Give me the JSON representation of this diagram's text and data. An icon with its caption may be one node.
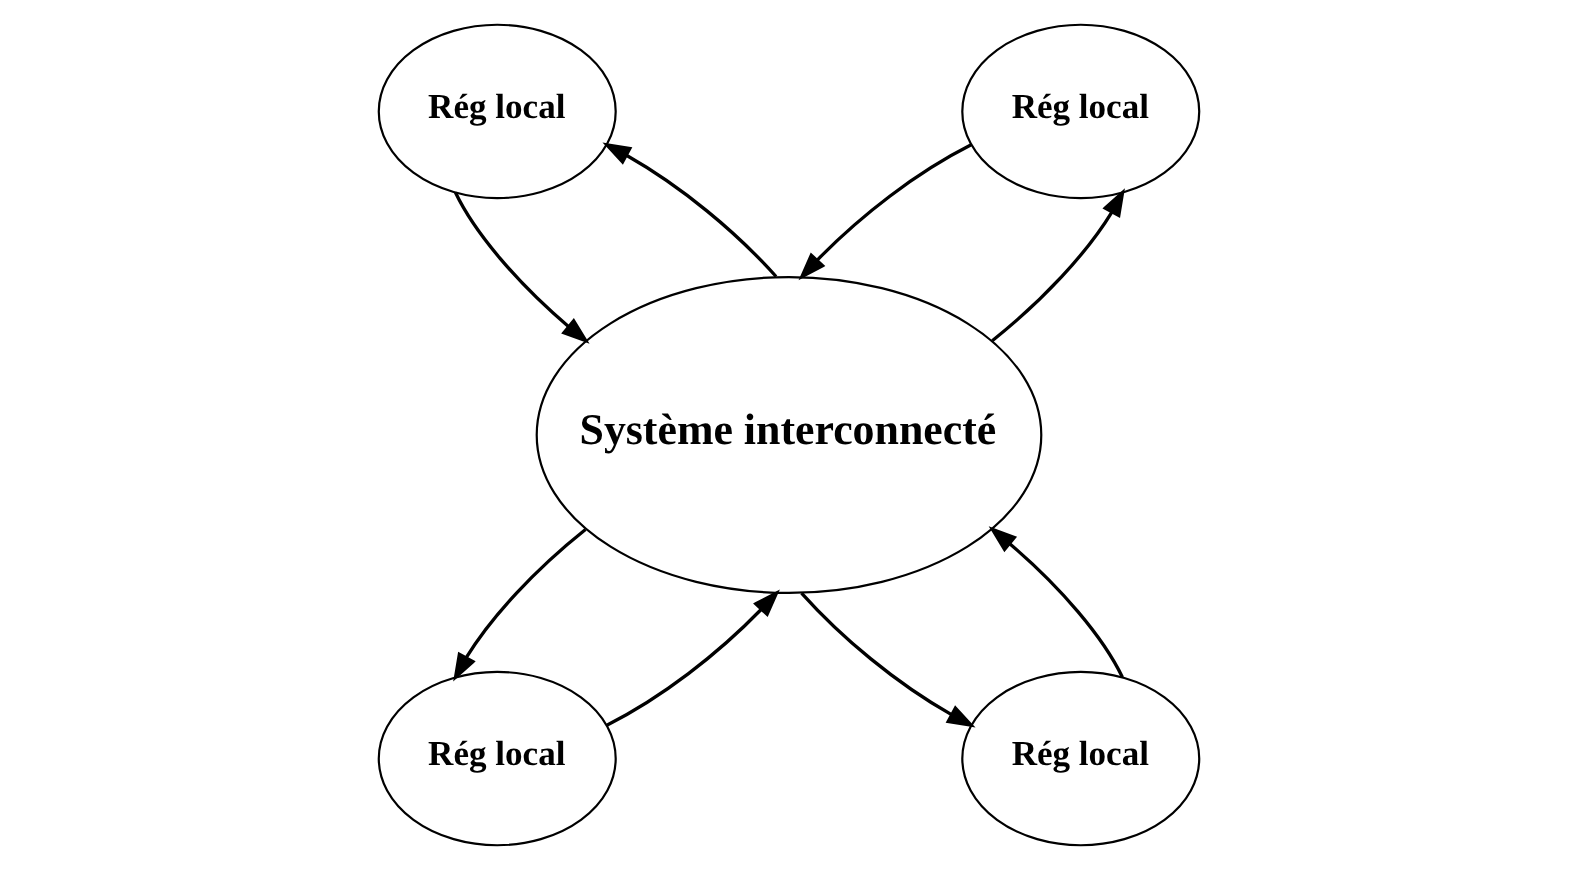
{
  "diagram": {
    "nodes": [
      {
        "text": [
          "Rég local"
        ]
      },
      {
        "text": [
          "Rég local"
        ]
      },
      {
        "text": [
          "Système interconnecté"
        ]
      },
      {
        "text": [
          "Rég local"
        ]
      },
      {
        "text": [
          "Rég local"
        ]
      }
    ],
    "edges": [
      {
        "from": 0,
        "to": 2,
        "arrow": "to"
      },
      {
        "from": 2,
        "to": 0,
        "arrow": "to"
      },
      {
        "from": 1,
        "to": 2,
        "arrow": "to"
      },
      {
        "from": 2,
        "to": 1,
        "arrow": "to"
      },
      {
        "from": 2,
        "to": 3,
        "arrow": "to"
      },
      {
        "from": 3,
        "to": 2,
        "arrow": "to"
      },
      {
        "from": 2,
        "to": 4,
        "arrow": "to"
      },
      {
        "from": 4,
        "to": 2,
        "arrow": "to"
      }
    ]
  }
}
